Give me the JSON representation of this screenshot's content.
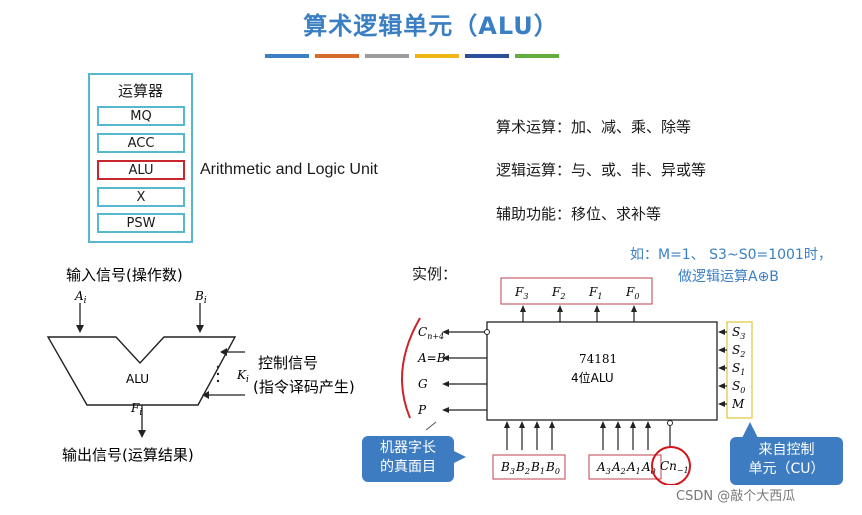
{
  "title": "算术逻辑单元（ALU）",
  "color_bars": [
    "#3c7fc3",
    "#d86a2e",
    "#9c9c9c",
    "#f0b616",
    "#2d4e9a",
    "#63ad3f"
  ],
  "register_panel": {
    "heading": "运算器",
    "registers": [
      "MQ",
      "ACC",
      "ALU",
      "X",
      "PSW"
    ]
  },
  "alu_full_name": "Arithmetic and Logic Unit",
  "functions": {
    "arith": "算术运算：加、减、乘、除等",
    "logic": "逻辑运算：与、或、非、异或等",
    "aux": "辅助功能：移位、求补等"
  },
  "alu_symbol": {
    "input_label": "输入信号(操作数)",
    "in_a": "A",
    "in_a_sub": "i",
    "in_b": "B",
    "in_b_sub": "i",
    "alu_label": "ALU",
    "k": "K",
    "k_sub": "i",
    "control_line1": "控制信号",
    "control_line2": "(指令译码产生)",
    "output_label": "输出信号(运算结果)",
    "out_f": "F",
    "out_f_sub": "i"
  },
  "example": {
    "label": "实例：",
    "note_line1": "如：M=1、 S3~S0=1001时，",
    "note_line2": "做逻辑运算A⊕B",
    "chip_line1": "74181",
    "chip_line2": "4位ALU",
    "outputs": [
      "F3",
      "F2",
      "F1",
      "F0"
    ],
    "left_pins": [
      "Cn+4",
      "A=B",
      "G",
      "P"
    ],
    "right_pins": [
      "S3",
      "S2",
      "S1",
      "S0",
      "M"
    ],
    "b_inputs": [
      "B3",
      "B2",
      "B1",
      "B0"
    ],
    "a_inputs": [
      "A3",
      "A2",
      "A1",
      "A0"
    ],
    "carry_in": "Cn",
    "callout_left_line1": "机器字长",
    "callout_left_line2": "的真面目",
    "callout_right_line1": "来自控制",
    "callout_right_line2": "单元（CU）"
  },
  "watermark": "CSDN @敲个大西瓜"
}
